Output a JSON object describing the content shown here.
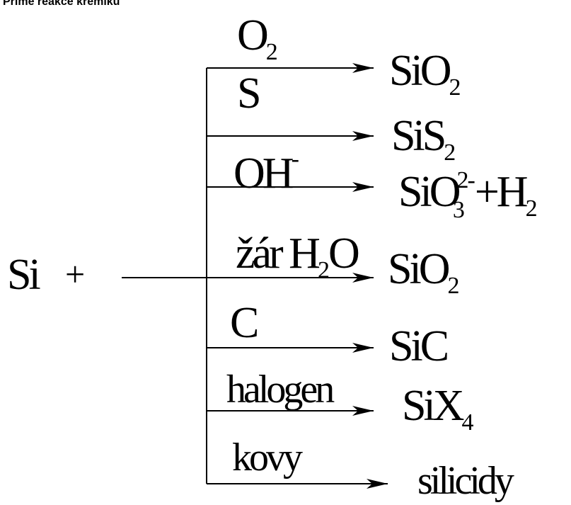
{
  "title": "Přímé reakce křemíku",
  "reactant": {
    "symbol": "Si",
    "plus": "+"
  },
  "branches": [
    {
      "reagent": {
        "main": "O",
        "sub": "2"
      },
      "product": {
        "main": "SiO",
        "sub": "2"
      }
    },
    {
      "reagent": {
        "main": "S"
      },
      "product": {
        "main": "SiS",
        "sub": "2"
      }
    },
    {
      "reagent": {
        "main": "OH",
        "sup": "-"
      },
      "product": {
        "main": "SiO",
        "sub": "3",
        "sup": "2-",
        "extra": "+H",
        "extra_sub": "2"
      }
    },
    {
      "reagent": {
        "main": "žár H",
        "sub": "2",
        "tail": "O"
      },
      "product": {
        "main": "SiO",
        "sub": "2"
      }
    },
    {
      "reagent": {
        "main": "C"
      },
      "product": {
        "main": "SiC"
      }
    },
    {
      "reagent": {
        "main": "halogen"
      },
      "product": {
        "main": "SiX",
        "sub": "4"
      }
    },
    {
      "reagent": {
        "main": "kovy"
      },
      "product": {
        "main": "silicidy"
      }
    }
  ],
  "colors": {
    "ink": "#000000",
    "background": "#ffffff"
  }
}
